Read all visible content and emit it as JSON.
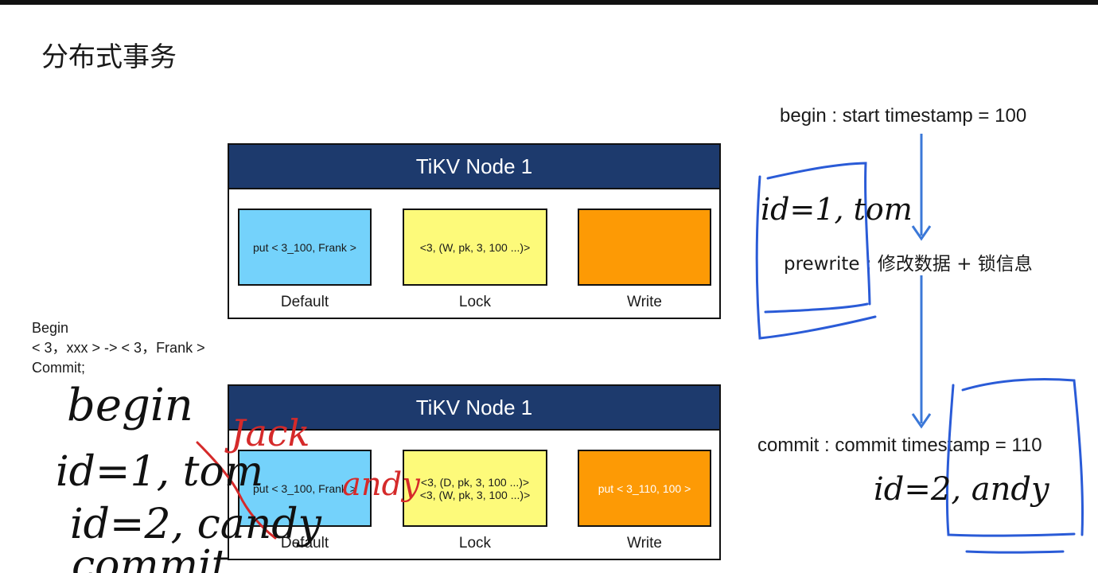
{
  "title": "分布式事务",
  "nodes": [
    {
      "header": "TiKV Node 1",
      "default_value": "put < 3_100, Frank >",
      "lock_values": [
        "<3, (W, pk, 3, 100 ...)>"
      ],
      "write_value": "",
      "labels": {
        "default": "Default",
        "lock": "Lock",
        "write": "Write"
      }
    },
    {
      "header": "TiKV Node 1",
      "default_value": "put < 3_100, Frank >",
      "lock_values": [
        "<3, (D, pk, 3, 100 ...)>",
        "<3, (W, pk, 3, 100 ...)>"
      ],
      "write_value": "put < 3_110, 100 >",
      "labels": {
        "default": "Default",
        "lock": "Lock",
        "write": "Write"
      }
    }
  ],
  "left_notes": [
    "Begin",
    "< 3，xxx > -> < 3，Frank >",
    "Commit;"
  ],
  "flow": {
    "begin": "begin : start timestamp = 100",
    "prewrite": "prewrite : 修改数据 + 锁信息",
    "commit": "commit : commit timestamp = 110"
  },
  "handwriting": {
    "left_black": [
      "begin",
      "id=1, tom",
      "id=2, candy",
      "commit"
    ],
    "red": [
      "Jack",
      "andy"
    ],
    "right_black": [
      "id=1, tom",
      "id=2, andy"
    ]
  },
  "colors": {
    "header": "#1d3a6d",
    "default_cf": "#74d2fb",
    "lock_cf": "#fdfa7a",
    "write_cf": "#fd9a05",
    "flow_arrow": "#3b78d8",
    "ink_black": "#111111",
    "ink_red": "#d52a2a",
    "ink_blue": "#2a5bd7"
  }
}
